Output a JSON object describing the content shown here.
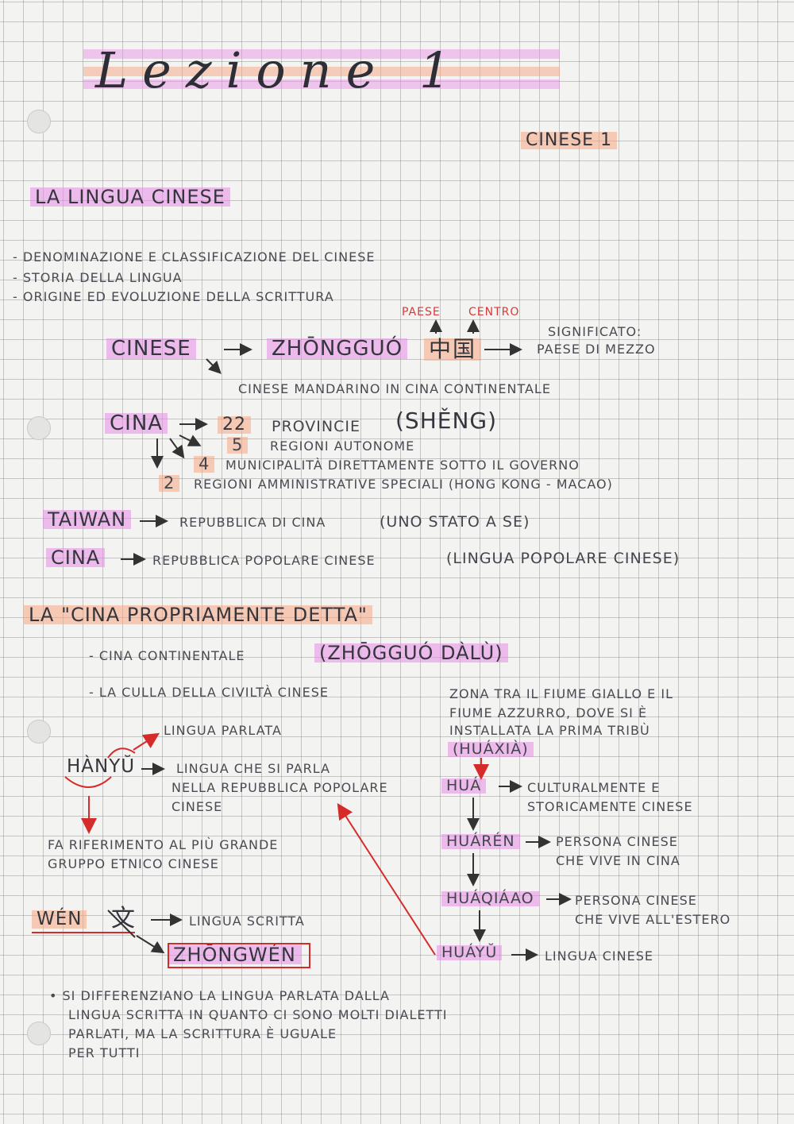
{
  "title": "Lezione 1",
  "subject": "CINESE 1",
  "section1": "LA LINGUA CINESE",
  "topics": [
    "- DENOMINAZIONE E CLASSIFICAZIONE DEL CINESE",
    "- STORIA DELLA LINGUA",
    "- ORIGINE ED EVOLUZIONE DELLA SCRITTURA"
  ],
  "zhongguo": {
    "label_paese": "PAESE",
    "label_centro": "CENTRO",
    "cinese": "CINESE",
    "word": "ZHŌNGGUÓ",
    "chars": "中国",
    "significato_label": "SIGNIFICATO:",
    "significato": "PAESE DI MEZZO",
    "mandarino": "CINESE MANDARINO IN CINA CONTINENTALE"
  },
  "cina_struct": {
    "cina": "CINA",
    "n22": "22",
    "province": "PROVINCIE",
    "sheng": "(SHĚNG)",
    "n5": "5",
    "regioni": "REGIONI AUTONOME",
    "n4": "4",
    "municipalita": "MUNICIPALITÀ DIRETTAMENTE SOTTO IL GOVERNO",
    "n2": "2",
    "speciali": "REGIONI AMMINISTRATIVE SPECIALI (HONG KONG - MACAO)"
  },
  "taiwan": {
    "name": "TAIWAN",
    "desc": "REPUBBLICA DI CINA",
    "note": "(UNO STATO A SE)"
  },
  "cina2": {
    "name": "CINA",
    "desc": "REPUBBLICA POPOLARE CINESE",
    "note": "(LINGUA POPOLARE CINESE)"
  },
  "section2": "LA \"CINA PROPRIAMENTE DETTA\"",
  "continentale": {
    "label": "- CINA CONTINENTALE",
    "pinyin": "(ZHŌGGUÓ DÀLÙ)"
  },
  "culla": {
    "label": "- LA CULLA DELLA CIVILTÀ CINESE",
    "zona": [
      "ZONA TRA IL FIUME GIALLO E IL",
      "FIUME AZZURRO, DOVE SI È",
      "INSTALLATA LA PRIMA TRIBÙ"
    ],
    "huaxia": "(HUÁXIÀ)"
  },
  "hanyu": {
    "word": "HÀNYŬ",
    "parlata": "LINGUA PARLATA",
    "desc": [
      "LINGUA CHE SI PARLA",
      "NELLA REPUBBLICA POPOLARE",
      "CINESE"
    ],
    "riferimento": [
      "FA RIFERIMENTO AL PIÙ GRANDE",
      "GRUPPO ETNICO CINESE"
    ]
  },
  "hua_chain": {
    "hua": "HUÁ",
    "hua_desc": [
      "CULTURALMENTE E",
      "STORICAMENTE CINESE"
    ],
    "huaren": "HUÁRÉN",
    "huaren_desc": [
      "PERSONA CINESE",
      "CHE VIVE IN CINA"
    ],
    "huaqiao": "HUÁQIÁAO",
    "huaqiao_desc": [
      "PERSONA CINESE",
      "CHE VIVE ALL'ESTERO"
    ],
    "huayu": "HUÁYŬ",
    "huayu_desc": "LINGUA CINESE"
  },
  "wen": {
    "word": "WÉN",
    "char": "文",
    "scritta": "LINGUA SCRITTA",
    "zhongwen": "ZHŌNGWÉN"
  },
  "note": [
    "• SI DIFFERENZIANO LA LINGUA PARLATA DALLA",
    "LINGUA SCRITTA IN QUANTO CI SONO MOLTI DIALETTI",
    "PARLATI, MA LA SCRITTURA È UGUALE",
    "PER TUTTI"
  ]
}
